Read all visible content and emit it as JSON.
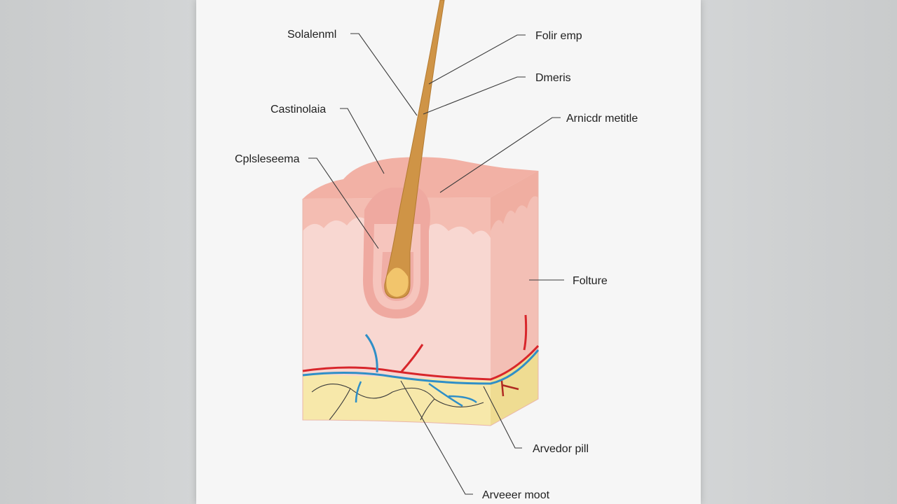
{
  "labels": {
    "solalenmi": "Solalenml",
    "folir_emp": "Folir emp",
    "dmeris": "Dmeris",
    "castinolaia": "Castinolaia",
    "arnicdr_metle": "Arnicdr metitle",
    "cplsleseema": "Cplsleseema",
    "folture": "Folture",
    "arvedor_pill": "Arvedor pill",
    "arveeer_moot": "Arveeer moot"
  },
  "colors": {
    "background": "#cfd1d2",
    "sheet": "#f6f6f6",
    "epidermis": "#f2b3a6",
    "dermis": "#f8d5cf",
    "hypodermis": "#f7e6a6",
    "hair": "#c9903f",
    "artery": "#d8262b",
    "vein": "#2f8fc7"
  },
  "icons": [
    "hair-shaft",
    "skin-block",
    "hair-follicle",
    "blood-vessels"
  ]
}
